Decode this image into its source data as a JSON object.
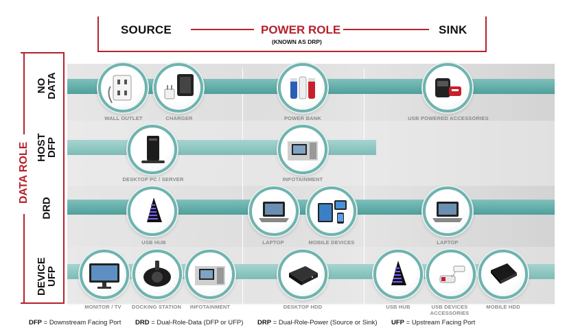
{
  "header": {
    "source": "SOURCE",
    "power_role": "POWER ROLE",
    "power_role_sub": "(KNOWN AS DRP)",
    "sink": "SINK",
    "accent_color": "#b5212b"
  },
  "axis": {
    "data_role": "DATA ROLE",
    "rows": {
      "no_data": [
        "NO",
        "DATA"
      ],
      "host": [
        "HOST",
        "DFP"
      ],
      "drd": [
        "DRD"
      ],
      "device": [
        "DEVICE",
        "UFP"
      ]
    }
  },
  "captions": {
    "wall_outlet": "WALL OUTLET",
    "charger": "CHARGER",
    "power_bank": "POWER BANK",
    "usb_powered": "USB POWERED ACCESSORIES",
    "desktop_pc": "DESKTOP PC / SERVER",
    "infotainment_host": "INFOTAINMENT",
    "usb_hub_drd": "USB HUB",
    "laptop_drp": "LAPTOP",
    "mobile_devices": "MOBILE DEVICES",
    "laptop_sink": "LAPTOP",
    "monitor": "MONITOR / TV",
    "docking": "DOCKING STATION",
    "infotainment_dev": "INFOTAINMENT",
    "desktop_hdd": "DESKTOP HDD",
    "usb_hub_dev": "USB HUB",
    "usb_devices_1": "USB DEVICES",
    "usb_devices_2": "ACCESSORIES",
    "mobile_hdd": "MOBILE HDD"
  },
  "icons": {
    "wall_outlet": "wall-outlet-icon",
    "charger": "charger-icon",
    "power_bank": "power-bank-icon",
    "usb_powered": "usb-accessory-icon",
    "desktop_pc": "desktop-tower-icon",
    "infotainment": "car-screen-icon",
    "usb_hub": "usb-hub-icon",
    "laptop": "laptop-icon",
    "mobile_devices": "tablet-phone-icon",
    "monitor": "monitor-icon",
    "docking": "speaker-dock-icon",
    "desktop_hdd": "external-hdd-icon",
    "usb_devices": "usb-dongle-icon",
    "mobile_hdd": "portable-hdd-icon"
  },
  "legend": {
    "dfp_abbr": "DFP",
    "dfp_text": " = Downstream Facing Port",
    "drd_abbr": "DRD",
    "drd_text": " = Dual-Role-Data (DFP or UFP)",
    "drp_abbr": "DRP",
    "drp_text": " = Dual-Role-Power (Source or Sink)",
    "ufp_abbr": "UFP",
    "ufp_text": " = Upstream Facing Port"
  }
}
